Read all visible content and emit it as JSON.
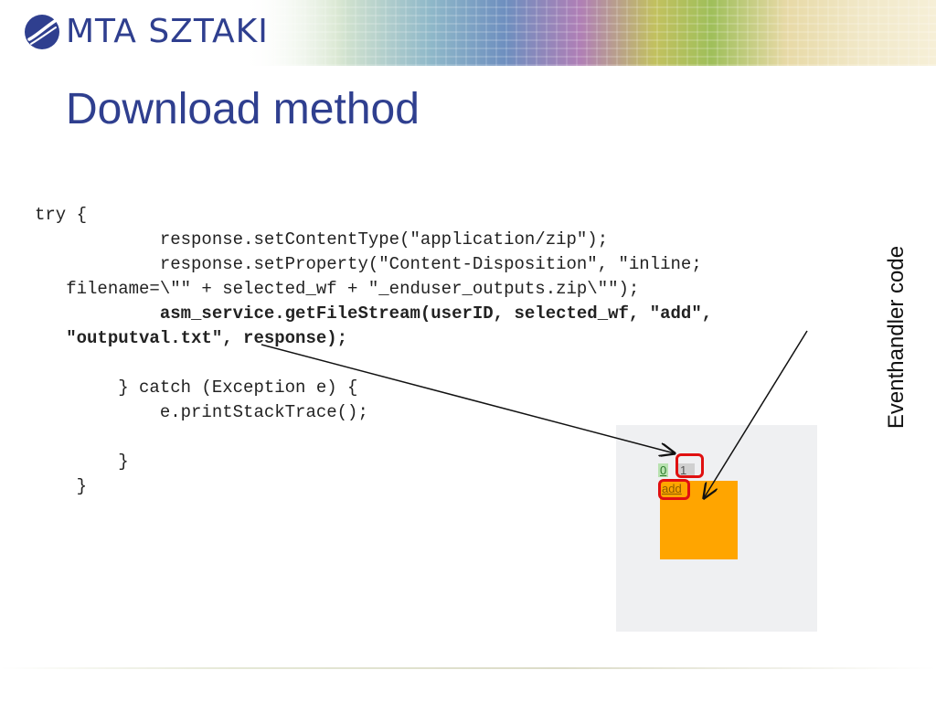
{
  "header": {
    "logo_text": "MTA SZTAKI",
    "logo_icon": "sztaki-circle-logo-icon"
  },
  "slide": {
    "title": "Download method",
    "side_label": "Eventhandler code"
  },
  "code": {
    "lines": [
      {
        "text": "try {",
        "bold": false
      },
      {
        "text": "            response.setContentType(\"application/zip\");",
        "bold": false
      },
      {
        "text": "            response.setProperty(\"Content-Disposition\", \"inline;",
        "bold": false
      },
      {
        "text": "   filename=\\\"\" + selected_wf + \"_enduser_outputs.zip\\\"\");",
        "bold": false
      },
      {
        "text": "            asm_service.getFileStream(userID, selected_wf, \"add\",",
        "bold": true
      },
      {
        "text": "   \"outputval.txt\", response);",
        "bold": true
      },
      {
        "text": "",
        "bold": false
      },
      {
        "text": "        } catch (Exception e) {",
        "bold": false
      },
      {
        "text": "            e.printStackTrace();",
        "bold": false
      },
      {
        "text": "",
        "bold": false
      },
      {
        "text": "        }",
        "bold": false
      },
      {
        "text": "    }",
        "bold": false
      }
    ]
  },
  "workflow": {
    "port_0": "0",
    "port_1": "1",
    "node_label": "add",
    "node_color": "#ffa500",
    "highlight_color": "#e01010"
  }
}
